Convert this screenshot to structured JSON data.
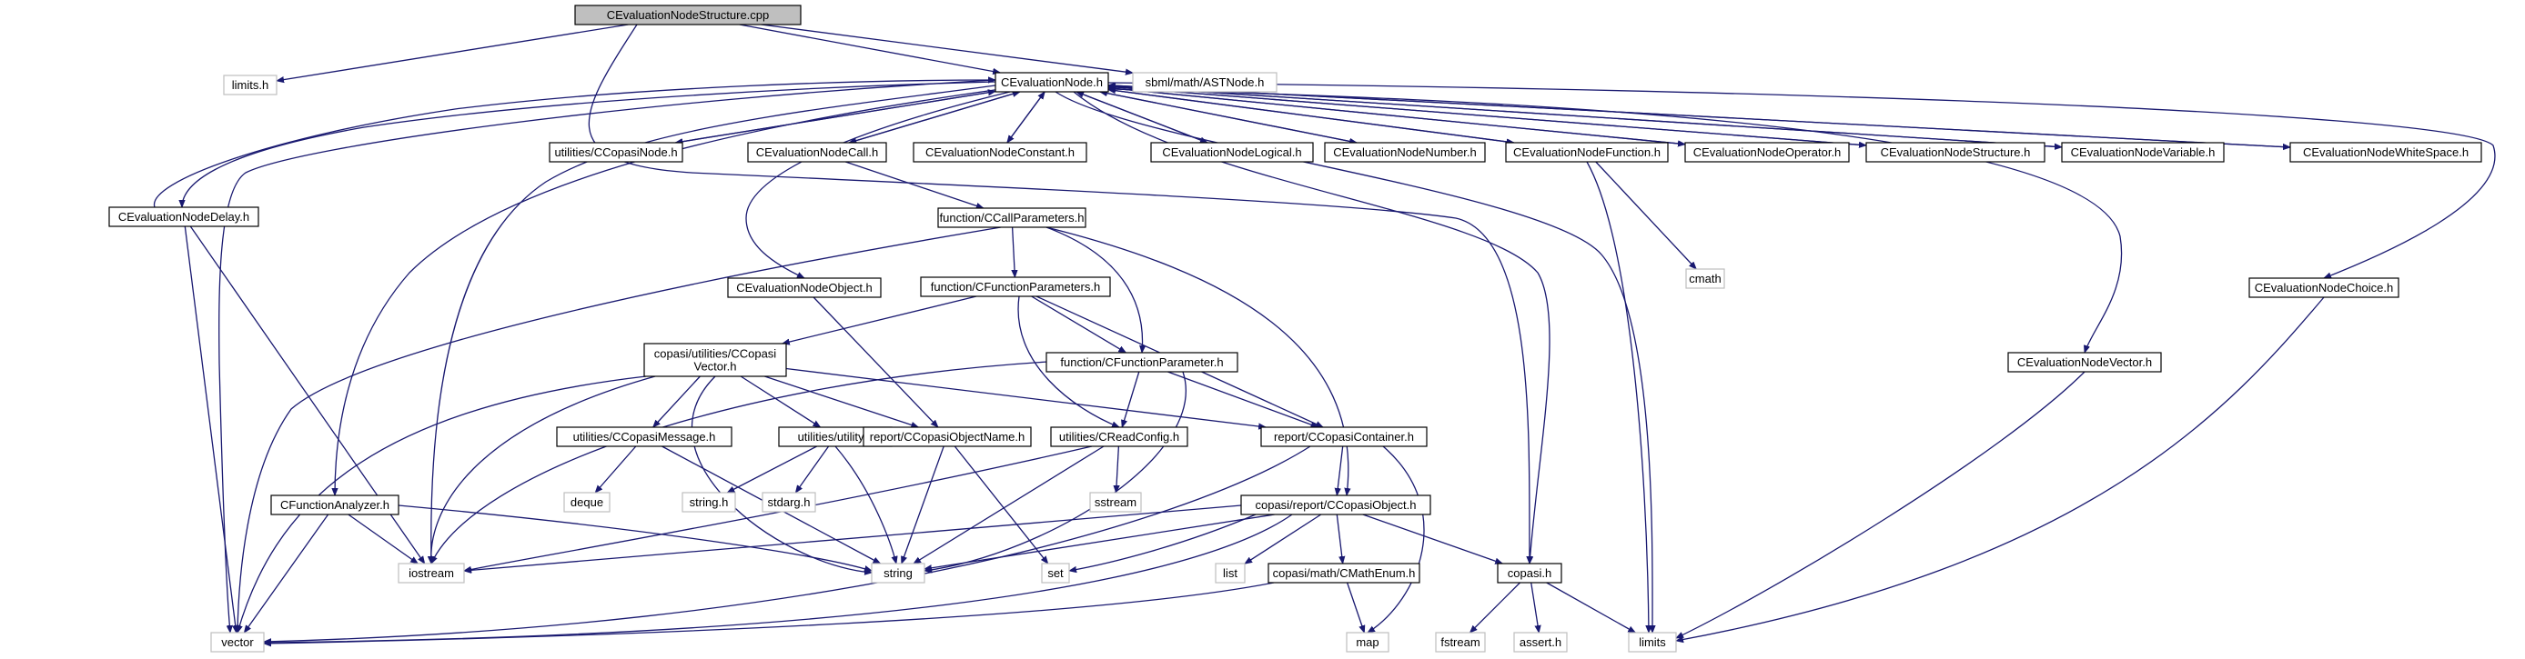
{
  "colors": {
    "edge": "#191970",
    "box_border": "#000000",
    "external_border": "#bfbfbf",
    "root_fill": "#bfbfbf",
    "fill": "#ffffff"
  },
  "nodes": [
    {
      "id": "root",
      "label": "CEvaluationNodeStructure.cpp",
      "kind": "root"
    },
    {
      "id": "limits_h",
      "label": "limits.h",
      "kind": "external"
    },
    {
      "id": "cevalnode",
      "label": "CEvaluationNode.h",
      "kind": "internal"
    },
    {
      "id": "astnode",
      "label": "sbml/math/ASTNode.h",
      "kind": "external"
    },
    {
      "id": "ccopasinode",
      "label": "utilities/CCopasiNode.h",
      "kind": "internal"
    },
    {
      "id": "cencall",
      "label": "CEvaluationNodeCall.h",
      "kind": "internal"
    },
    {
      "id": "cenconst",
      "label": "CEvaluationNodeConstant.h",
      "kind": "internal"
    },
    {
      "id": "cenlogical",
      "label": "CEvaluationNodeLogical.h",
      "kind": "internal"
    },
    {
      "id": "cennumber",
      "label": "CEvaluationNodeNumber.h",
      "kind": "internal"
    },
    {
      "id": "cenfunction",
      "label": "CEvaluationNodeFunction.h",
      "kind": "internal"
    },
    {
      "id": "cenoperator",
      "label": "CEvaluationNodeOperator.h",
      "kind": "internal"
    },
    {
      "id": "censtructure",
      "label": "CEvaluationNodeStructure.h",
      "kind": "internal"
    },
    {
      "id": "cenvariable",
      "label": "CEvaluationNodeVariable.h",
      "kind": "internal"
    },
    {
      "id": "cenwhitespace",
      "label": "CEvaluationNodeWhiteSpace.h",
      "kind": "internal"
    },
    {
      "id": "cendelay",
      "label": "CEvaluationNodeDelay.h",
      "kind": "internal"
    },
    {
      "id": "callparams",
      "label": "function/CCallParameters.h",
      "kind": "internal"
    },
    {
      "id": "cmath",
      "label": "cmath",
      "kind": "external"
    },
    {
      "id": "cenobject",
      "label": "CEvaluationNodeObject.h",
      "kind": "internal"
    },
    {
      "id": "funcparams",
      "label": "function/CFunctionParameters.h",
      "kind": "internal"
    },
    {
      "id": "cenchoice",
      "label": "CEvaluationNodeChoice.h",
      "kind": "internal"
    },
    {
      "id": "ccopasivector",
      "label": "copasi/utilities/CCopasi\nVector.h",
      "kind": "internal"
    },
    {
      "id": "funcparam",
      "label": "function/CFunctionParameter.h",
      "kind": "internal"
    },
    {
      "id": "cenvector",
      "label": "CEvaluationNodeVector.h",
      "kind": "internal"
    },
    {
      "id": "ccopasimessage",
      "label": "utilities/CCopasiMessage.h",
      "kind": "internal"
    },
    {
      "id": "utility",
      "label": "utilities/utility.h",
      "kind": "internal"
    },
    {
      "id": "objectname",
      "label": "report/CCopasiObjectName.h",
      "kind": "internal"
    },
    {
      "id": "creadconfig",
      "label": "utilities/CReadConfig.h",
      "kind": "internal"
    },
    {
      "id": "container",
      "label": "report/CCopasiContainer.h",
      "kind": "internal"
    },
    {
      "id": "deque",
      "label": "deque",
      "kind": "external"
    },
    {
      "id": "string_h",
      "label": "string.h",
      "kind": "external"
    },
    {
      "id": "stdarg_h",
      "label": "stdarg.h",
      "kind": "external"
    },
    {
      "id": "sstream",
      "label": "sstream",
      "kind": "external"
    },
    {
      "id": "funcanalyzer",
      "label": "CFunctionAnalyzer.h",
      "kind": "internal"
    },
    {
      "id": "ccopasiobject",
      "label": "copasi/report/CCopasiObject.h",
      "kind": "internal"
    },
    {
      "id": "iostream",
      "label": "iostream",
      "kind": "external"
    },
    {
      "id": "string",
      "label": "string",
      "kind": "external"
    },
    {
      "id": "set",
      "label": "set",
      "kind": "external"
    },
    {
      "id": "list",
      "label": "list",
      "kind": "external"
    },
    {
      "id": "cmathenum",
      "label": "copasi/math/CMathEnum.h",
      "kind": "internal"
    },
    {
      "id": "copasi_h",
      "label": "copasi.h",
      "kind": "internal"
    },
    {
      "id": "vector",
      "label": "vector",
      "kind": "external"
    },
    {
      "id": "map",
      "label": "map",
      "kind": "external"
    },
    {
      "id": "fstream",
      "label": "fstream",
      "kind": "external"
    },
    {
      "id": "assert_h",
      "label": "assert.h",
      "kind": "external"
    },
    {
      "id": "limits",
      "label": "limits",
      "kind": "external"
    }
  ],
  "edges": [
    [
      "root",
      "limits_h"
    ],
    [
      "root",
      "cevalnode"
    ],
    [
      "root",
      "astnode"
    ],
    [
      "root",
      "copasi_h"
    ],
    [
      "cevalnode",
      "vector"
    ],
    [
      "cevalnode",
      "ccopasinode"
    ],
    [
      "cevalnode",
      "cencall"
    ],
    [
      "cevalnode",
      "cenconst"
    ],
    [
      "cevalnode",
      "cenlogical"
    ],
    [
      "cevalnode",
      "cennumber"
    ],
    [
      "cevalnode",
      "cenfunction"
    ],
    [
      "cevalnode",
      "cenoperator"
    ],
    [
      "cevalnode",
      "censtructure"
    ],
    [
      "cevalnode",
      "cenvariable"
    ],
    [
      "cevalnode",
      "cenwhitespace"
    ],
    [
      "cevalnode",
      "cendelay"
    ],
    [
      "cevalnode",
      "iostream"
    ],
    [
      "cevalnode",
      "funcanalyzer"
    ],
    [
      "cevalnode",
      "cenobject"
    ],
    [
      "cevalnode",
      "copasi_h"
    ],
    [
      "cevalnode",
      "cenvector"
    ],
    [
      "cevalnode",
      "cenchoice"
    ],
    [
      "cevalnode",
      "limits"
    ],
    [
      "ccopasinode",
      "cevalnode"
    ],
    [
      "cencall",
      "cevalnode"
    ],
    [
      "cenconst",
      "cevalnode"
    ],
    [
      "cenlogical",
      "cevalnode"
    ],
    [
      "cennumber",
      "cevalnode"
    ],
    [
      "cenfunction",
      "cevalnode"
    ],
    [
      "cenoperator",
      "cevalnode"
    ],
    [
      "censtructure",
      "cevalnode"
    ],
    [
      "cenvariable",
      "cevalnode"
    ],
    [
      "cenwhitespace",
      "cevalnode"
    ],
    [
      "cendelay",
      "cevalnode"
    ],
    [
      "cencall",
      "callparams"
    ],
    [
      "cenfunction",
      "cmath"
    ],
    [
      "cenfunction",
      "limits"
    ],
    [
      "cendelay",
      "iostream"
    ],
    [
      "cendelay",
      "vector"
    ],
    [
      "callparams",
      "funcparams"
    ],
    [
      "callparams",
      "funcparam"
    ],
    [
      "callparams",
      "ccopasiobject"
    ],
    [
      "callparams",
      "vector"
    ],
    [
      "cenobject",
      "objectname"
    ],
    [
      "funcparams",
      "ccopasivector"
    ],
    [
      "funcparams",
      "funcparam"
    ],
    [
      "funcparams",
      "container"
    ],
    [
      "funcparams",
      "creadconfig"
    ],
    [
      "ccopasivector",
      "ccopasimessage"
    ],
    [
      "ccopasivector",
      "utility"
    ],
    [
      "ccopasivector",
      "objectname"
    ],
    [
      "ccopasivector",
      "container"
    ],
    [
      "ccopasivector",
      "iostream"
    ],
    [
      "ccopasivector",
      "string"
    ],
    [
      "ccopasivector",
      "vector"
    ],
    [
      "funcparam",
      "creadconfig"
    ],
    [
      "funcparam",
      "container"
    ],
    [
      "funcparam",
      "string"
    ],
    [
      "funcparam",
      "iostream"
    ],
    [
      "ccopasimessage",
      "deque"
    ],
    [
      "ccopasimessage",
      "string"
    ],
    [
      "utility",
      "string_h"
    ],
    [
      "utility",
      "stdarg_h"
    ],
    [
      "utility",
      "string"
    ],
    [
      "objectname",
      "string"
    ],
    [
      "objectname",
      "set"
    ],
    [
      "creadconfig",
      "sstream"
    ],
    [
      "creadconfig",
      "string"
    ],
    [
      "creadconfig",
      "iostream"
    ],
    [
      "container",
      "ccopasiobject"
    ],
    [
      "container",
      "map"
    ],
    [
      "container",
      "vector"
    ],
    [
      "funcanalyzer",
      "iostream"
    ],
    [
      "funcanalyzer",
      "string"
    ],
    [
      "funcanalyzer",
      "vector"
    ],
    [
      "ccopasiobject",
      "iostream"
    ],
    [
      "ccopasiobject",
      "string"
    ],
    [
      "ccopasiobject",
      "set"
    ],
    [
      "ccopasiobject",
      "list"
    ],
    [
      "ccopasiobject",
      "cmathenum"
    ],
    [
      "ccopasiobject",
      "copasi_h"
    ],
    [
      "ccopasiobject",
      "vector"
    ],
    [
      "cmathenum",
      "vector"
    ],
    [
      "cmathenum",
      "map"
    ],
    [
      "copasi_h",
      "fstream"
    ],
    [
      "copasi_h",
      "assert_h"
    ],
    [
      "copasi_h",
      "limits"
    ],
    [
      "cenvector",
      "limits"
    ],
    [
      "cenchoice",
      "limits"
    ]
  ]
}
